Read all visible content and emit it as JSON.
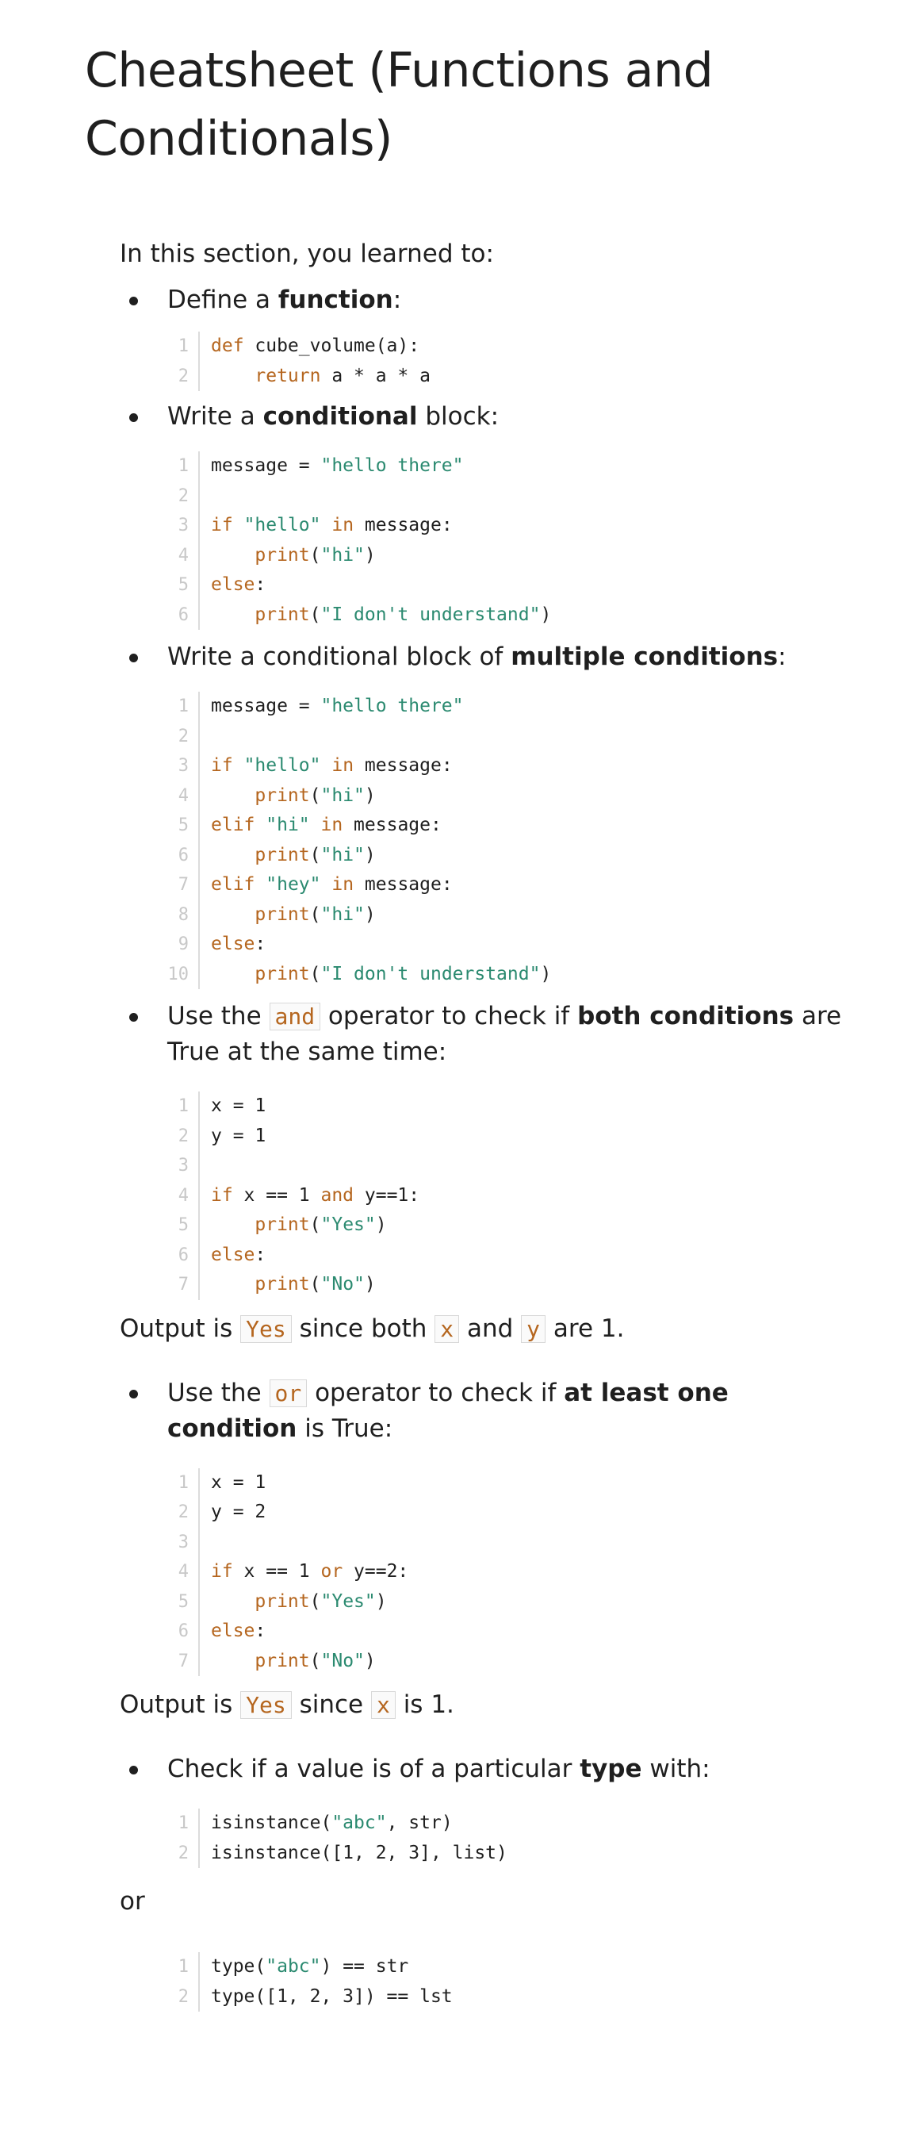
{
  "title": "Cheatsheet (Functions and Conditionals)",
  "intro": "In this section, you learned to:",
  "sections": [
    {
      "bullet_pre": "Define a ",
      "bullet_bold": "function",
      "bullet_post": ":"
    },
    {
      "bullet_pre": "Write a ",
      "bullet_bold": "conditional",
      "bullet_post": " block:"
    },
    {
      "bullet_pre": "Write a conditional block of ",
      "bullet_bold": "multiple conditions",
      "bullet_post": ":"
    },
    {
      "bullet_pre": "Use the ",
      "bullet_code": "and",
      "bullet_mid": " operator to check if ",
      "bullet_bold": "both conditions",
      "bullet_post": " are True at the same time:",
      "output_pre": "Output is ",
      "output_code": "Yes",
      "output_mid": " since both ",
      "output_code2": "x",
      "output_mid2": " and ",
      "output_code3": "y",
      "output_post": " are 1."
    },
    {
      "bullet_pre": "Use the ",
      "bullet_code": "or",
      "bullet_mid": " operator to check if ",
      "bullet_bold": "at least one condition",
      "bullet_post": " is True:",
      "output_pre": "Output is ",
      "output_code": "Yes",
      "output_mid": " since ",
      "output_code2": "x",
      "output_post": " is 1."
    },
    {
      "bullet_pre": "Check if a value is of a particular ",
      "bullet_bold": "type",
      "bullet_post": " with:",
      "or_text": "or"
    }
  ],
  "code_blocks": {
    "block1": [
      [
        [
          "kw",
          "def"
        ],
        [
          "t",
          " cube_volume(a):"
        ]
      ],
      [
        [
          "t",
          "    "
        ],
        [
          "kw",
          "return"
        ],
        [
          "t",
          " a * a * a"
        ]
      ]
    ],
    "block2": [
      [
        [
          "t",
          "message = "
        ],
        [
          "str",
          "\"hello there\""
        ]
      ],
      [],
      [
        [
          "kw",
          "if"
        ],
        [
          "t",
          " "
        ],
        [
          "str",
          "\"hello\""
        ],
        [
          "t",
          " "
        ],
        [
          "kw",
          "in"
        ],
        [
          "t",
          " message:"
        ]
      ],
      [
        [
          "t",
          "    "
        ],
        [
          "kw",
          "print"
        ],
        [
          "t",
          "("
        ],
        [
          "str",
          "\"hi\""
        ],
        [
          "t",
          ")"
        ]
      ],
      [
        [
          "kw",
          "else"
        ],
        [
          "t",
          ":"
        ]
      ],
      [
        [
          "t",
          "    "
        ],
        [
          "kw",
          "print"
        ],
        [
          "t",
          "("
        ],
        [
          "str",
          "\"I don't understand\""
        ],
        [
          "t",
          ")"
        ]
      ]
    ],
    "block3": [
      [
        [
          "t",
          "message = "
        ],
        [
          "str",
          "\"hello there\""
        ]
      ],
      [],
      [
        [
          "kw",
          "if"
        ],
        [
          "t",
          " "
        ],
        [
          "str",
          "\"hello\""
        ],
        [
          "t",
          " "
        ],
        [
          "kw",
          "in"
        ],
        [
          "t",
          " message:"
        ]
      ],
      [
        [
          "t",
          "    "
        ],
        [
          "kw",
          "print"
        ],
        [
          "t",
          "("
        ],
        [
          "str",
          "\"hi\""
        ],
        [
          "t",
          ")"
        ]
      ],
      [
        [
          "kw",
          "elif"
        ],
        [
          "t",
          " "
        ],
        [
          "str",
          "\"hi\""
        ],
        [
          "t",
          " "
        ],
        [
          "kw",
          "in"
        ],
        [
          "t",
          " message:"
        ]
      ],
      [
        [
          "t",
          "    "
        ],
        [
          "kw",
          "print"
        ],
        [
          "t",
          "("
        ],
        [
          "str",
          "\"hi\""
        ],
        [
          "t",
          ")"
        ]
      ],
      [
        [
          "kw",
          "elif"
        ],
        [
          "t",
          " "
        ],
        [
          "str",
          "\"hey\""
        ],
        [
          "t",
          " "
        ],
        [
          "kw",
          "in"
        ],
        [
          "t",
          " message:"
        ]
      ],
      [
        [
          "t",
          "    "
        ],
        [
          "kw",
          "print"
        ],
        [
          "t",
          "("
        ],
        [
          "str",
          "\"hi\""
        ],
        [
          "t",
          ")"
        ]
      ],
      [
        [
          "kw",
          "else"
        ],
        [
          "t",
          ":"
        ]
      ],
      [
        [
          "t",
          "    "
        ],
        [
          "kw",
          "print"
        ],
        [
          "t",
          "("
        ],
        [
          "str",
          "\"I don't understand\""
        ],
        [
          "t",
          ")"
        ]
      ]
    ],
    "block4": [
      [
        [
          "t",
          "x = 1"
        ]
      ],
      [
        [
          "t",
          "y = 1"
        ]
      ],
      [],
      [
        [
          "kw",
          "if"
        ],
        [
          "t",
          " x == 1 "
        ],
        [
          "kw",
          "and"
        ],
        [
          "t",
          " y==1:"
        ]
      ],
      [
        [
          "t",
          "    "
        ],
        [
          "kw",
          "print"
        ],
        [
          "t",
          "("
        ],
        [
          "str",
          "\"Yes\""
        ],
        [
          "t",
          ")"
        ]
      ],
      [
        [
          "kw",
          "else"
        ],
        [
          "t",
          ":"
        ]
      ],
      [
        [
          "t",
          "    "
        ],
        [
          "kw",
          "print"
        ],
        [
          "t",
          "("
        ],
        [
          "str",
          "\"No\""
        ],
        [
          "t",
          ")"
        ]
      ]
    ],
    "block5": [
      [
        [
          "t",
          "x = 1"
        ]
      ],
      [
        [
          "t",
          "y = 2"
        ]
      ],
      [],
      [
        [
          "kw",
          "if"
        ],
        [
          "t",
          " x == 1 "
        ],
        [
          "kw",
          "or"
        ],
        [
          "t",
          " y==2:"
        ]
      ],
      [
        [
          "t",
          "    "
        ],
        [
          "kw",
          "print"
        ],
        [
          "t",
          "("
        ],
        [
          "str",
          "\"Yes\""
        ],
        [
          "t",
          ")"
        ]
      ],
      [
        [
          "kw",
          "else"
        ],
        [
          "t",
          ":"
        ]
      ],
      [
        [
          "t",
          "    "
        ],
        [
          "kw",
          "print"
        ],
        [
          "t",
          "("
        ],
        [
          "str",
          "\"No\""
        ],
        [
          "t",
          ")"
        ]
      ]
    ],
    "block6": [
      [
        [
          "t",
          "isinstance("
        ],
        [
          "str",
          "\"abc\""
        ],
        [
          "t",
          ", str)"
        ]
      ],
      [
        [
          "t",
          "isinstance([1, 2, 3], list)"
        ]
      ]
    ],
    "block7": [
      [
        [
          "t",
          "type("
        ],
        [
          "str",
          "\"abc\""
        ],
        [
          "t",
          ") == str"
        ]
      ],
      [
        [
          "t",
          "type([1, 2, 3]) == lst"
        ]
      ]
    ]
  },
  "colors": {
    "keyword": "#b5661f",
    "string": "#2b8a70",
    "text": "#1f1f1f",
    "line_number": "#c8c8c8"
  }
}
